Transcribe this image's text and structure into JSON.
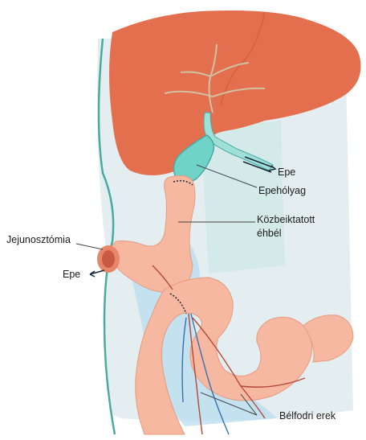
{
  "labels": {
    "epe_top": "Epe",
    "epeholyag": "Epehólyag",
    "kozbeiktatott_line1": "Közbeiktatott",
    "kozbeiktatott_line2": "éhbél",
    "jejunosztomia": "Jejunosztómia",
    "epe_left": "Epe",
    "belfodri_erek": "Bélfodri erek"
  },
  "colors": {
    "liver": "#e36f4e",
    "intestine": "#f6b8a0",
    "gallbladder": "#6fd3c8",
    "duct": "#9fe0d8",
    "background_tissue": "#e4eef0",
    "vessel_blue": "#b8dcef",
    "outline_teal": "#4aa9a2",
    "vessel_red": "#b4493d"
  }
}
